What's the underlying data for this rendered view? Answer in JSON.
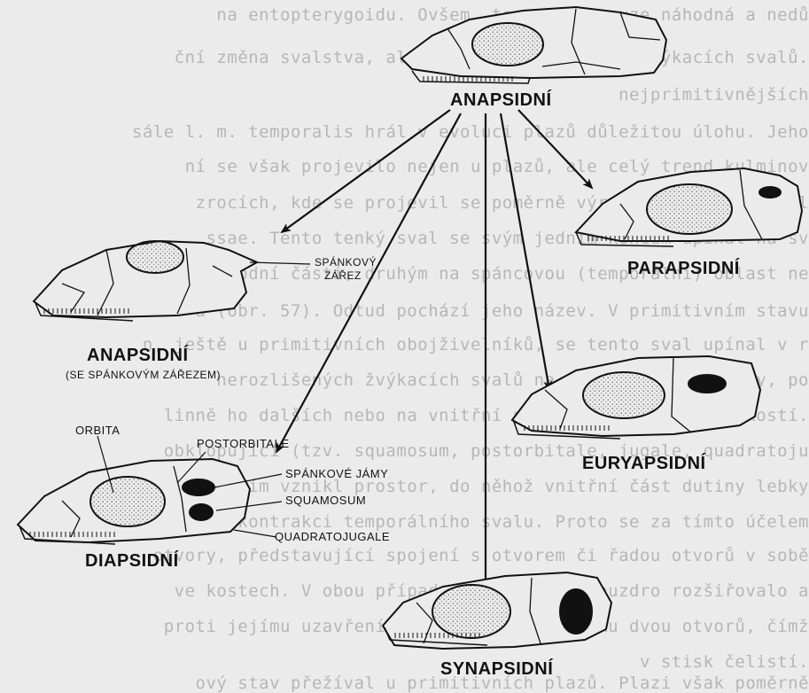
{
  "background_text": [
    "na entopterygoidu. Ovšem, to nebyla pouze náhodná a nedů",
    "ční změna svalstva, ale i jeho diferenciací žvýkacích svalů.",
    "nejprimitivnějších",
    "sále l. m. temporalis hrál v evoluci plazů důležitou úlohu. Jeho",
    "ní se však projevilo nejen u plazů, ale celý trend kulminov",
    "zrocích, kde se projevil se poměrně výraznými změnami na l",
    "ssae. Tento tenký sval se svým jedním koncem upínal na sv",
    "spodní části, druhým na spáncovou (temporální) oblast ne",
    "a (obr. 57). Odtud pochází jeho název. V primitivním stavu",
    "n, ještě u primitivních obojživelníků, se tento sval upínal v r",
    "nerozlišených žvýkacích svalů na vnější stranu lebky, po",
    "linně ho dalších nebo na vnitřní povrch exokraniálních kostí.",
    "obklopující (tzv. squamosum, postorbitale, jugale, quadratoju",
    "letale). Tím vznikl prostor, do něhož vnitřní část dutiny lebky",
    "šíjení při kontrakci temporálního svalu. Proto se za tímto účelem",
    "otvory, představující spojení s otvorem či řadou otvorů v sobě",
    "ve kostech. V obou případech se kostní pouzdro rozšiřovalo a",
    "proti jejímu uzavření, a tak vedl ke vzniku dvou otvorů, čímž",
    "v stisk čelistí.",
    "ový stav přežíval u primitivních plazů. Plazi však poměrně"
  ],
  "labels": {
    "anapsid_top": "ANAPSIDNÍ",
    "parapsid": "PARAPSIDNÍ",
    "euryapsid": "EURYAPSIDNÍ",
    "synapsid": "SYNAPSIDNÍ",
    "diapsid": "DIAPSIDNÍ",
    "anapsid_notch": "ANAPSIDNÍ",
    "anapsid_notch_sub": "(SE SPÁNKOVÝM ZÁŘEZEM)",
    "notch_line1": "SPÁNKOVÝ",
    "notch_line2": "ZÁŘEZ",
    "orbita": "ORBITA",
    "postorbitale": "POSTORBITALE",
    "temporal_fossae": "SPÁNKOVÉ JÁMY",
    "squamosum": "SQUAMOSUM",
    "quadratojugale": "QUADRATOJUGALE"
  },
  "colors": {
    "ink": "#111111",
    "paper": "#ebebeb",
    "stipple": "#6a6a6a"
  }
}
